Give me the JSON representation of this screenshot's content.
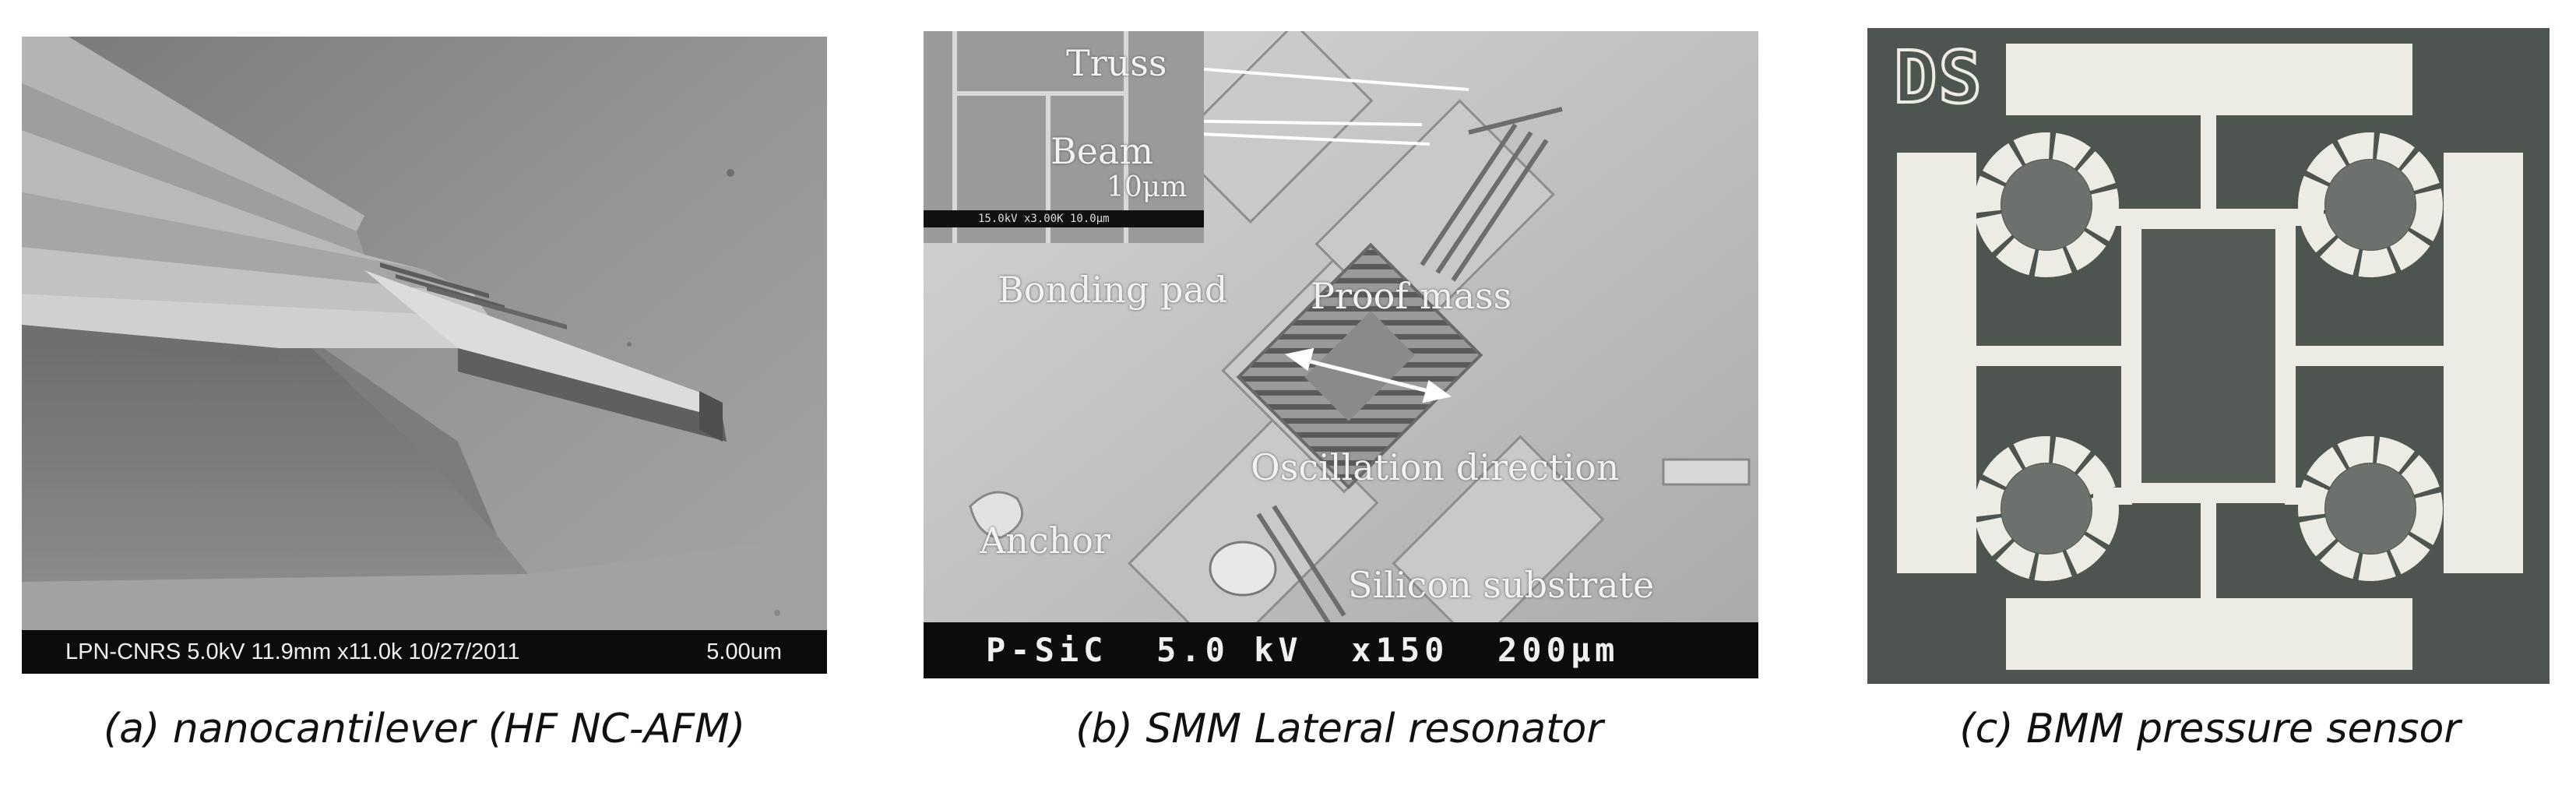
{
  "panels": [
    {
      "id": "a",
      "caption": "(a) nanocantilever (HF NC-AFM)",
      "infobar_left": "LPN-CNRS 5.0kV 11.9mm x11.0k 10/27/2011",
      "infobar_right": "5.00um"
    },
    {
      "id": "b",
      "caption": "(b) SMM Lateral resonator",
      "labels": {
        "truss": "Truss",
        "beam": "Beam",
        "scale_inset": "10μm",
        "inset_bar": "15.0kV x3.00K 10.0μm",
        "bonding_pad": "Bonding pad",
        "proof_mass": "Proof mass",
        "oscillation": "Oscillation direction",
        "anchor": "Anchor",
        "substrate": "Silicon substrate"
      },
      "infobar": "P-SiC  5.0 kV  x150  200μm"
    },
    {
      "id": "c",
      "caption": "(c) BMM pressure sensor",
      "mark": "DS"
    }
  ],
  "colors": {
    "sem_gray": "#8c8c8c",
    "bar_black": "#0c0c0c",
    "sensor_dark": "#4e5450",
    "sensor_light": "#ecebe4"
  }
}
